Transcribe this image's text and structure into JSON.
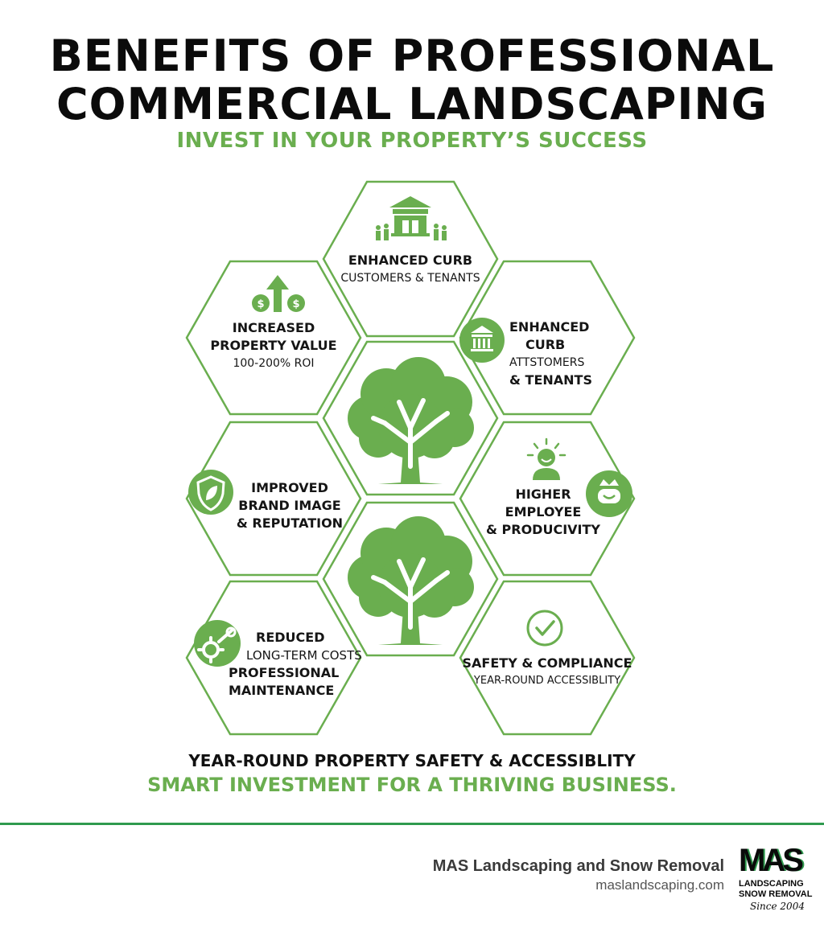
{
  "header": {
    "title_line1": "BENEFITS OF PROFESSIONAL",
    "title_line2": "COMMERCIAL LANDSCAPING",
    "subtitle": "INVEST IN YOUR PROPERTY’S SUCCESS"
  },
  "colors": {
    "accent_green": "#6aae4f",
    "rule_green": "#2f9a4e",
    "text_dark": "#111111"
  },
  "hexagons": {
    "top": {
      "title": "ENHANCED CURB",
      "sub": "CUSTOMERS & TENANTS",
      "icon": "storefront-people-icon"
    },
    "upper_left": {
      "l1": "INCREASED",
      "l2": "PROPERTY VALUE",
      "l3": "100-200% ROI",
      "icon": "arrow-up-dollar-icon"
    },
    "upper_right": {
      "l1": "ENHANCED",
      "l2": "CURB",
      "l3": "ATTSTOMERS",
      "l4": "& TENANTS",
      "icon": "bank-building-icon"
    },
    "middle_left": {
      "l1": "IMPROVED",
      "l2": "BRAND IMAGE",
      "l3": "& REPUTATION",
      "icon": "shield-leaf-icon"
    },
    "middle_right": {
      "l1": "HIGHER",
      "l2": "EMPLOYEE",
      "l3": "& PRODUCIVITY",
      "icon": "happy-employee-icon",
      "icon2": "satisfaction-badge-icon"
    },
    "lower_left": {
      "l1": "REDUCED",
      "l2": "LONG-TERM COSTS",
      "l3": "PROFESSIONAL",
      "l4": "MAINTENANCE",
      "icon": "gear-wrench-icon"
    },
    "lower_right": {
      "l1": "SAFETY & COMPLIANCE",
      "l2": "YEAR-ROUND ACCESSIBLITY",
      "icon": "check-circle-icon"
    },
    "center_top": {
      "icon": "tree-icon"
    },
    "center_bottom": {
      "icon": "tree-icon"
    }
  },
  "footer": {
    "line1": "YEAR-ROUND PROPERTY SAFETY & ACCESSIBLITY",
    "line2": "SMART INVESTMENT FOR A THRIVING BUSINESS."
  },
  "brand": {
    "name": "MAS Landscaping and Snow Removal",
    "url": "maslandscaping.com",
    "logo_mark": "MAS",
    "logo_line1": "LANDSCAPING",
    "logo_line2": "SNOW REMOVAL",
    "logo_since": "Since 2004"
  }
}
